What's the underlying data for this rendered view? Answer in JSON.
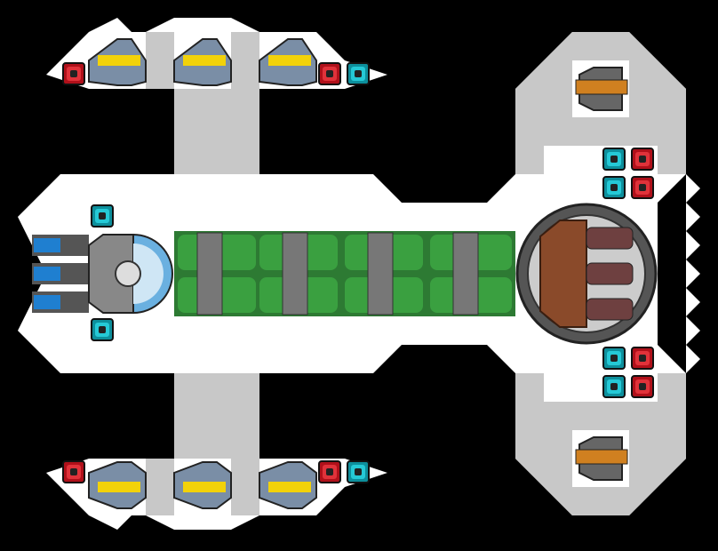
{
  "ship": {
    "hull_color": "#ffffff",
    "corridor_color": "#c8c8c8",
    "background_color": "#000000",
    "segments": [
      {
        "kind": "nacelle-top",
        "pods": 3
      },
      {
        "kind": "nacelle-bottom",
        "pods": 3
      },
      {
        "kind": "spine-fuel-tanks",
        "count": 4,
        "color": "#3aa040"
      },
      {
        "kind": "bridge-dome",
        "color": "#6ab0e0"
      },
      {
        "kind": "main-turret",
        "barrels": 3,
        "color": "#8a4a2a"
      },
      {
        "kind": "side-turret-top"
      },
      {
        "kind": "side-turret-bottom"
      }
    ],
    "module_colors": {
      "weapon": "#e0323a",
      "shield": "#25c9d6"
    }
  }
}
